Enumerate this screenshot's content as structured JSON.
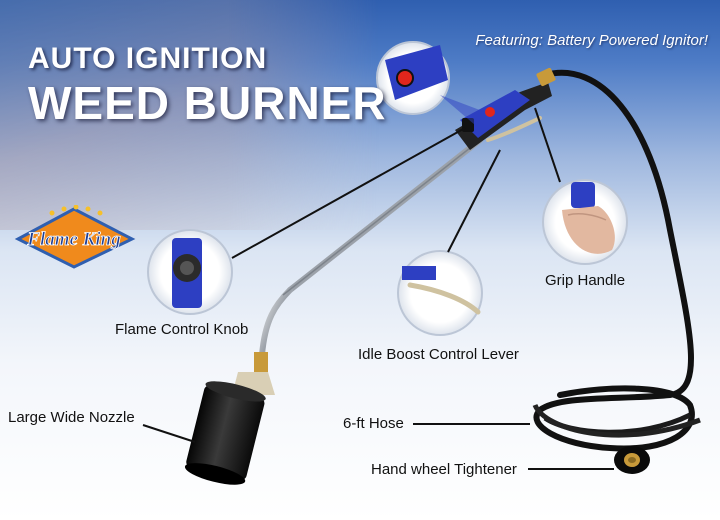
{
  "title": {
    "line1": "AUTO IGNITION",
    "line2": "WEED BURNER"
  },
  "feature_note": "Featuring: Battery Powered Ignitor!",
  "brand_logo_text": "Flame King",
  "callouts": {
    "flame_control_knob": "Flame Control Knob",
    "idle_boost_lever": "Idle Boost Control Lever",
    "grip_handle": "Grip Handle",
    "nozzle": "Large Wide Nozzle",
    "hose": "6-ft Hose",
    "hand_wheel": "Hand wheel Tightener"
  },
  "colors": {
    "brand_blue": "#2f5fb0",
    "handle_blue": "#2d3fc2",
    "ignitor_red": "#e0261c",
    "brass": "#c89a3a"
  }
}
